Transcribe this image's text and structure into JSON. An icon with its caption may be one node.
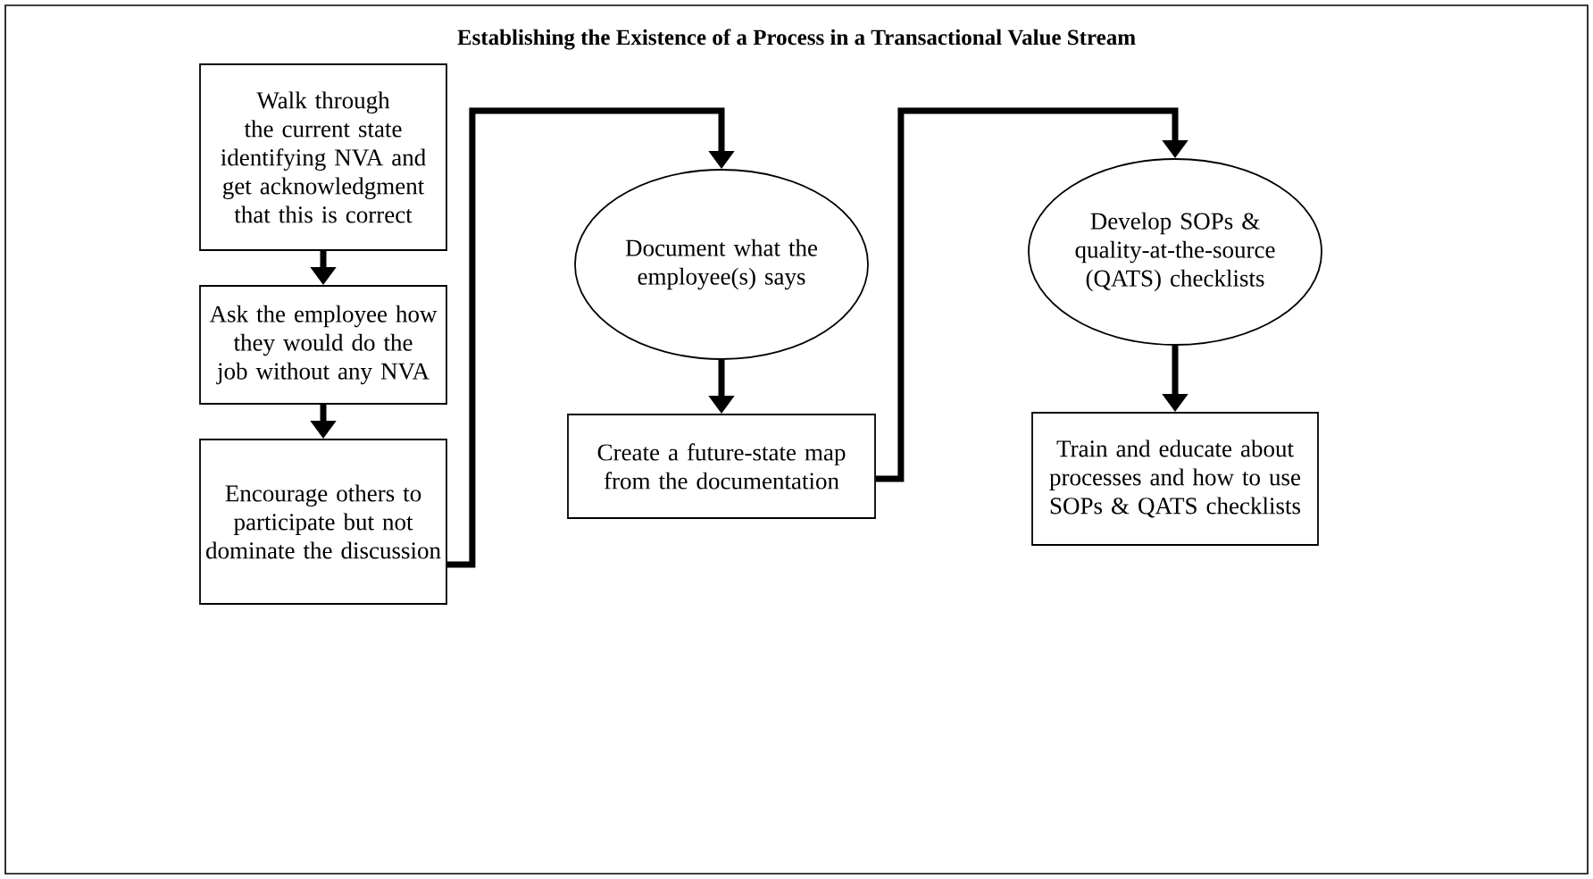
{
  "diagram": {
    "title": "Establishing the Existence of a Process in a Transactional Value Stream",
    "nodes": [
      {
        "text": [
          "Walk through the current state identifying NVA and get acknowledgment that this is correct"
        ]
      },
      {
        "text": [
          "Ask the employee how they would do the job without any NVA"
        ]
      },
      {
        "text": [
          "Encourage others to participate but not dominate the discussion"
        ]
      },
      {
        "text": [
          "Document what the employee(s) says"
        ]
      },
      {
        "text": [
          "Create a future-state map from the documentation"
        ]
      },
      {
        "text": [
          "Develop SOPs & quality-at-the-source (QATS) checklists"
        ]
      },
      {
        "text": [
          "Train and educate about processes and how to use SOPs & QATS checklists"
        ]
      }
    ],
    "edges": [
      {
        "from": 0,
        "to": 1,
        "arrow": "to"
      },
      {
        "from": 1,
        "to": 2,
        "arrow": "to"
      },
      {
        "from": 2,
        "to": 3,
        "arrow": "to"
      },
      {
        "from": 3,
        "to": 4,
        "arrow": "to"
      },
      {
        "from": 4,
        "to": 5,
        "arrow": "to"
      },
      {
        "from": 5,
        "to": 6,
        "arrow": "to"
      }
    ]
  }
}
